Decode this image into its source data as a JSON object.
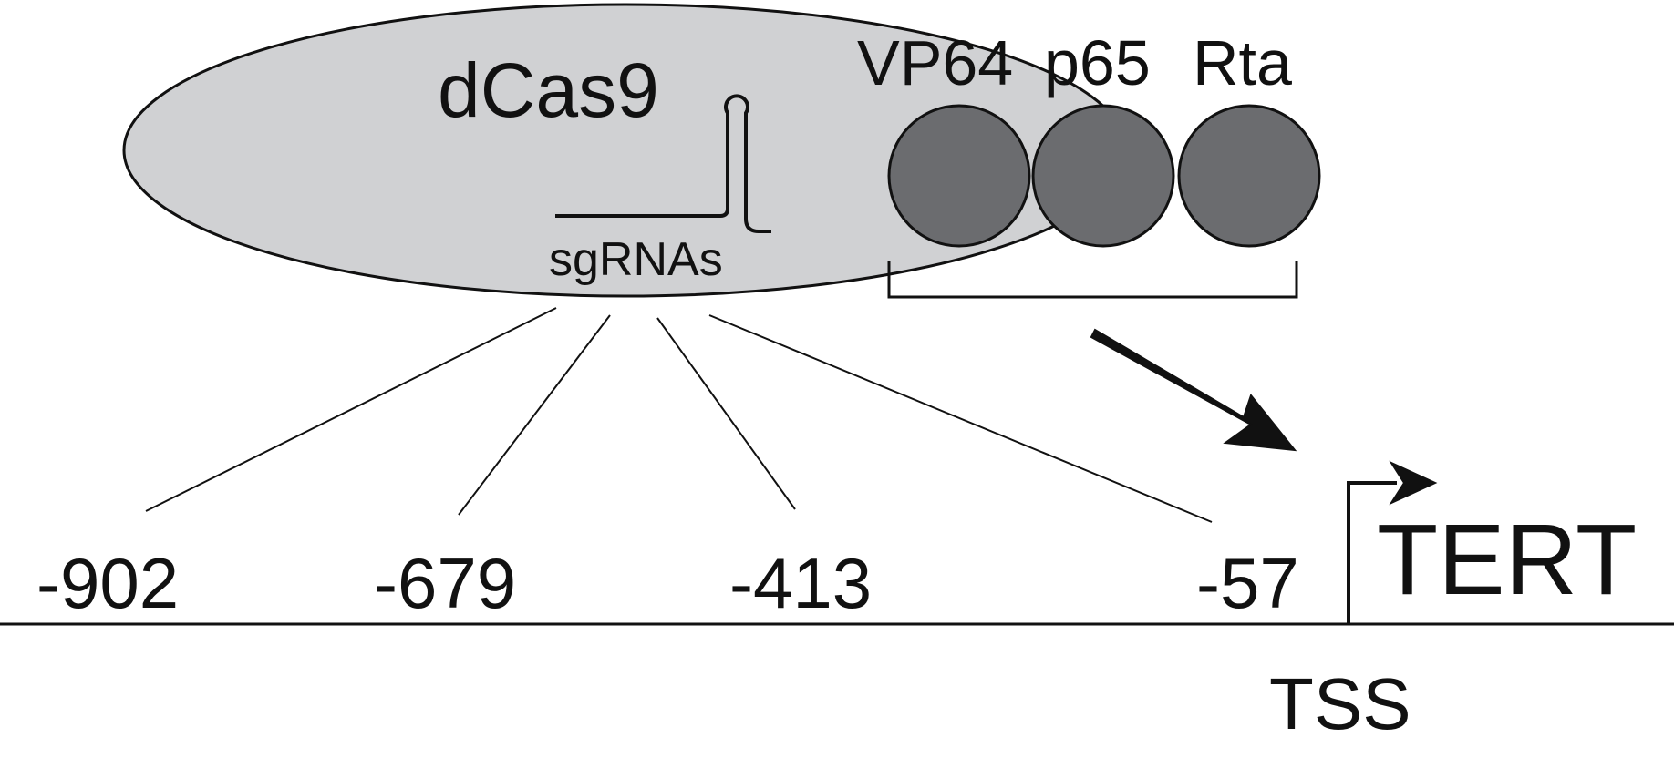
{
  "complex": {
    "dcas9_label": "dCas9",
    "sgrna_label": "sgRNAs",
    "domains": [
      {
        "label": "VP64"
      },
      {
        "label": "p65"
      },
      {
        "label": "Rta"
      }
    ]
  },
  "promoter": {
    "positions": [
      {
        "label": "-902"
      },
      {
        "label": "-679"
      },
      {
        "label": "-413"
      },
      {
        "label": "-57"
      }
    ],
    "gene_label": "TERT",
    "tss_label": "TSS"
  },
  "colors": {
    "dcas9_fill": "#d0d1d3",
    "domain_fill": "#6b6c6f",
    "stroke": "#111111",
    "background": "#ffffff"
  }
}
